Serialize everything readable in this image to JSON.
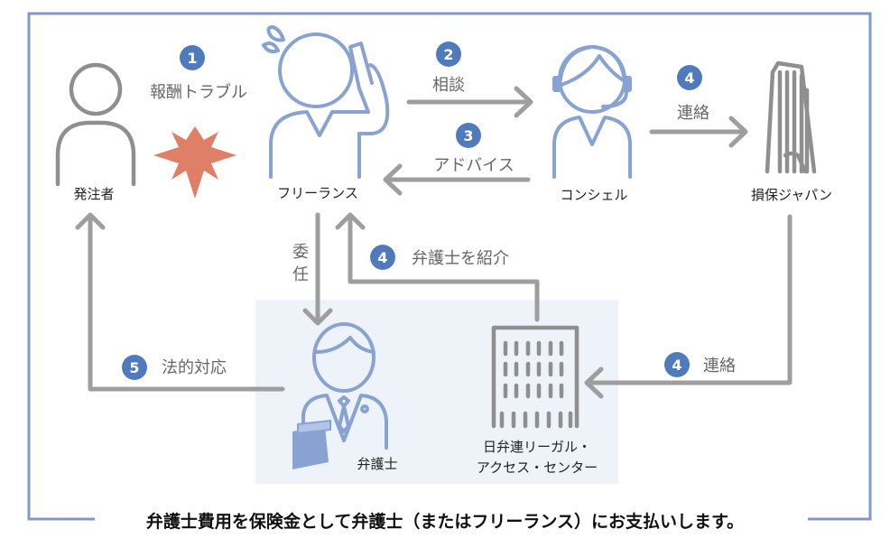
{
  "colors": {
    "frame": "#7f99cc",
    "badge": "#4f7bbd",
    "arrow": "#9e9e9e",
    "icon_blue": "#88a2d2",
    "icon_gray": "#8f8f8f",
    "burst": "#e07f68",
    "panel": "#eef3fa"
  },
  "nodes": {
    "client": "発注者",
    "freelancer": "フリーランス",
    "concierge": "コンシェル",
    "insurer": "損保ジャパン",
    "lawyer": "弁護士",
    "legal_center_line1": "日弁連リーガル・",
    "legal_center_line2": "アクセス・センター"
  },
  "steps": {
    "s1": {
      "num": "1",
      "label": "報酬トラブル"
    },
    "s2": {
      "num": "2",
      "label": "相談"
    },
    "s3": {
      "num": "3",
      "label": "アドバイス"
    },
    "s4a": {
      "num": "4",
      "label": "連絡"
    },
    "s4b": {
      "num": "4",
      "label": "弁護士を紹介"
    },
    "s4c": {
      "num": "4",
      "label": "連絡"
    },
    "s5": {
      "num": "5",
      "label": "法的対応"
    },
    "entrust_1": "委",
    "entrust_2": "任"
  },
  "footer": "弁護士費用を保険金として弁護士（またはフリーランス）にお支払いします。"
}
